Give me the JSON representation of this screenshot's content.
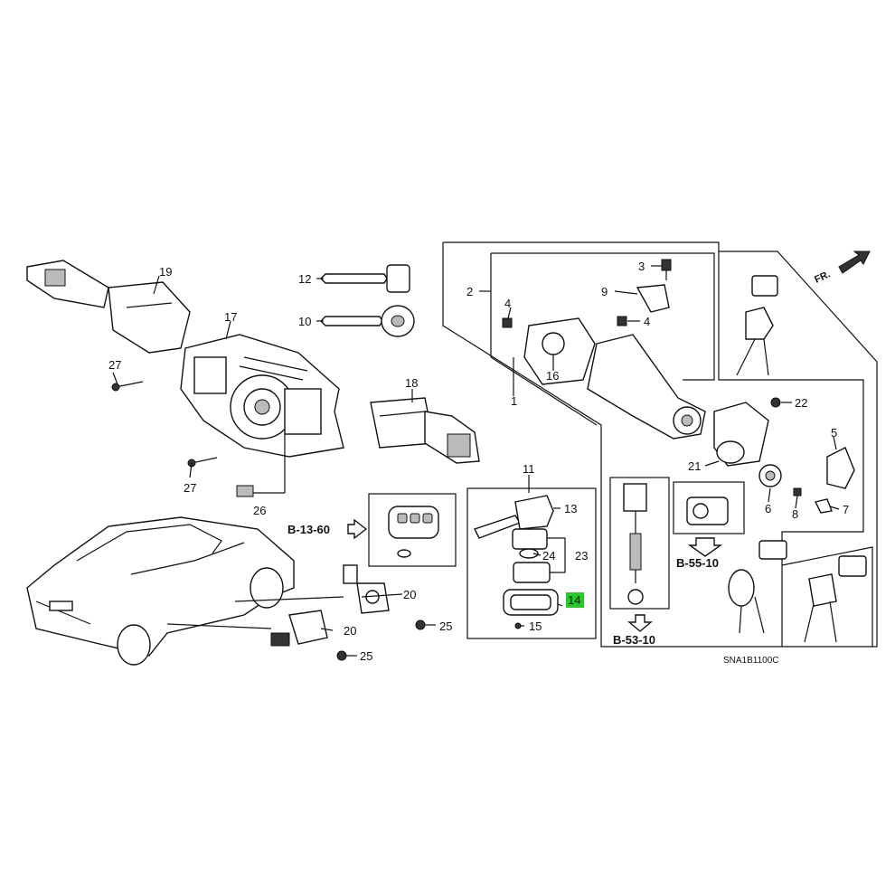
{
  "callouts": {
    "c1": "1",
    "c2": "2",
    "c3": "3",
    "c4a": "4",
    "c4b": "4",
    "c5": "5",
    "c6": "6",
    "c7": "7",
    "c8": "8",
    "c9": "9",
    "c10": "10",
    "c11": "11",
    "c12": "12",
    "c13": "13",
    "c14": "14",
    "c15": "15",
    "c16": "16",
    "c17": "17",
    "c18": "18",
    "c19": "19",
    "c20a": "20",
    "c20b": "20",
    "c21": "21",
    "c22": "22",
    "c23": "23",
    "c24": "24",
    "c25a": "25",
    "c25b": "25",
    "c26": "26",
    "c27a": "27",
    "c27b": "27"
  },
  "references": {
    "b1360": "B-13-60",
    "b5510": "B-55-10",
    "b5310": "B-53-10"
  },
  "direction_label": "FR.",
  "diagram_code": "SNA1B1100C",
  "highlight_color": "#22cc22"
}
